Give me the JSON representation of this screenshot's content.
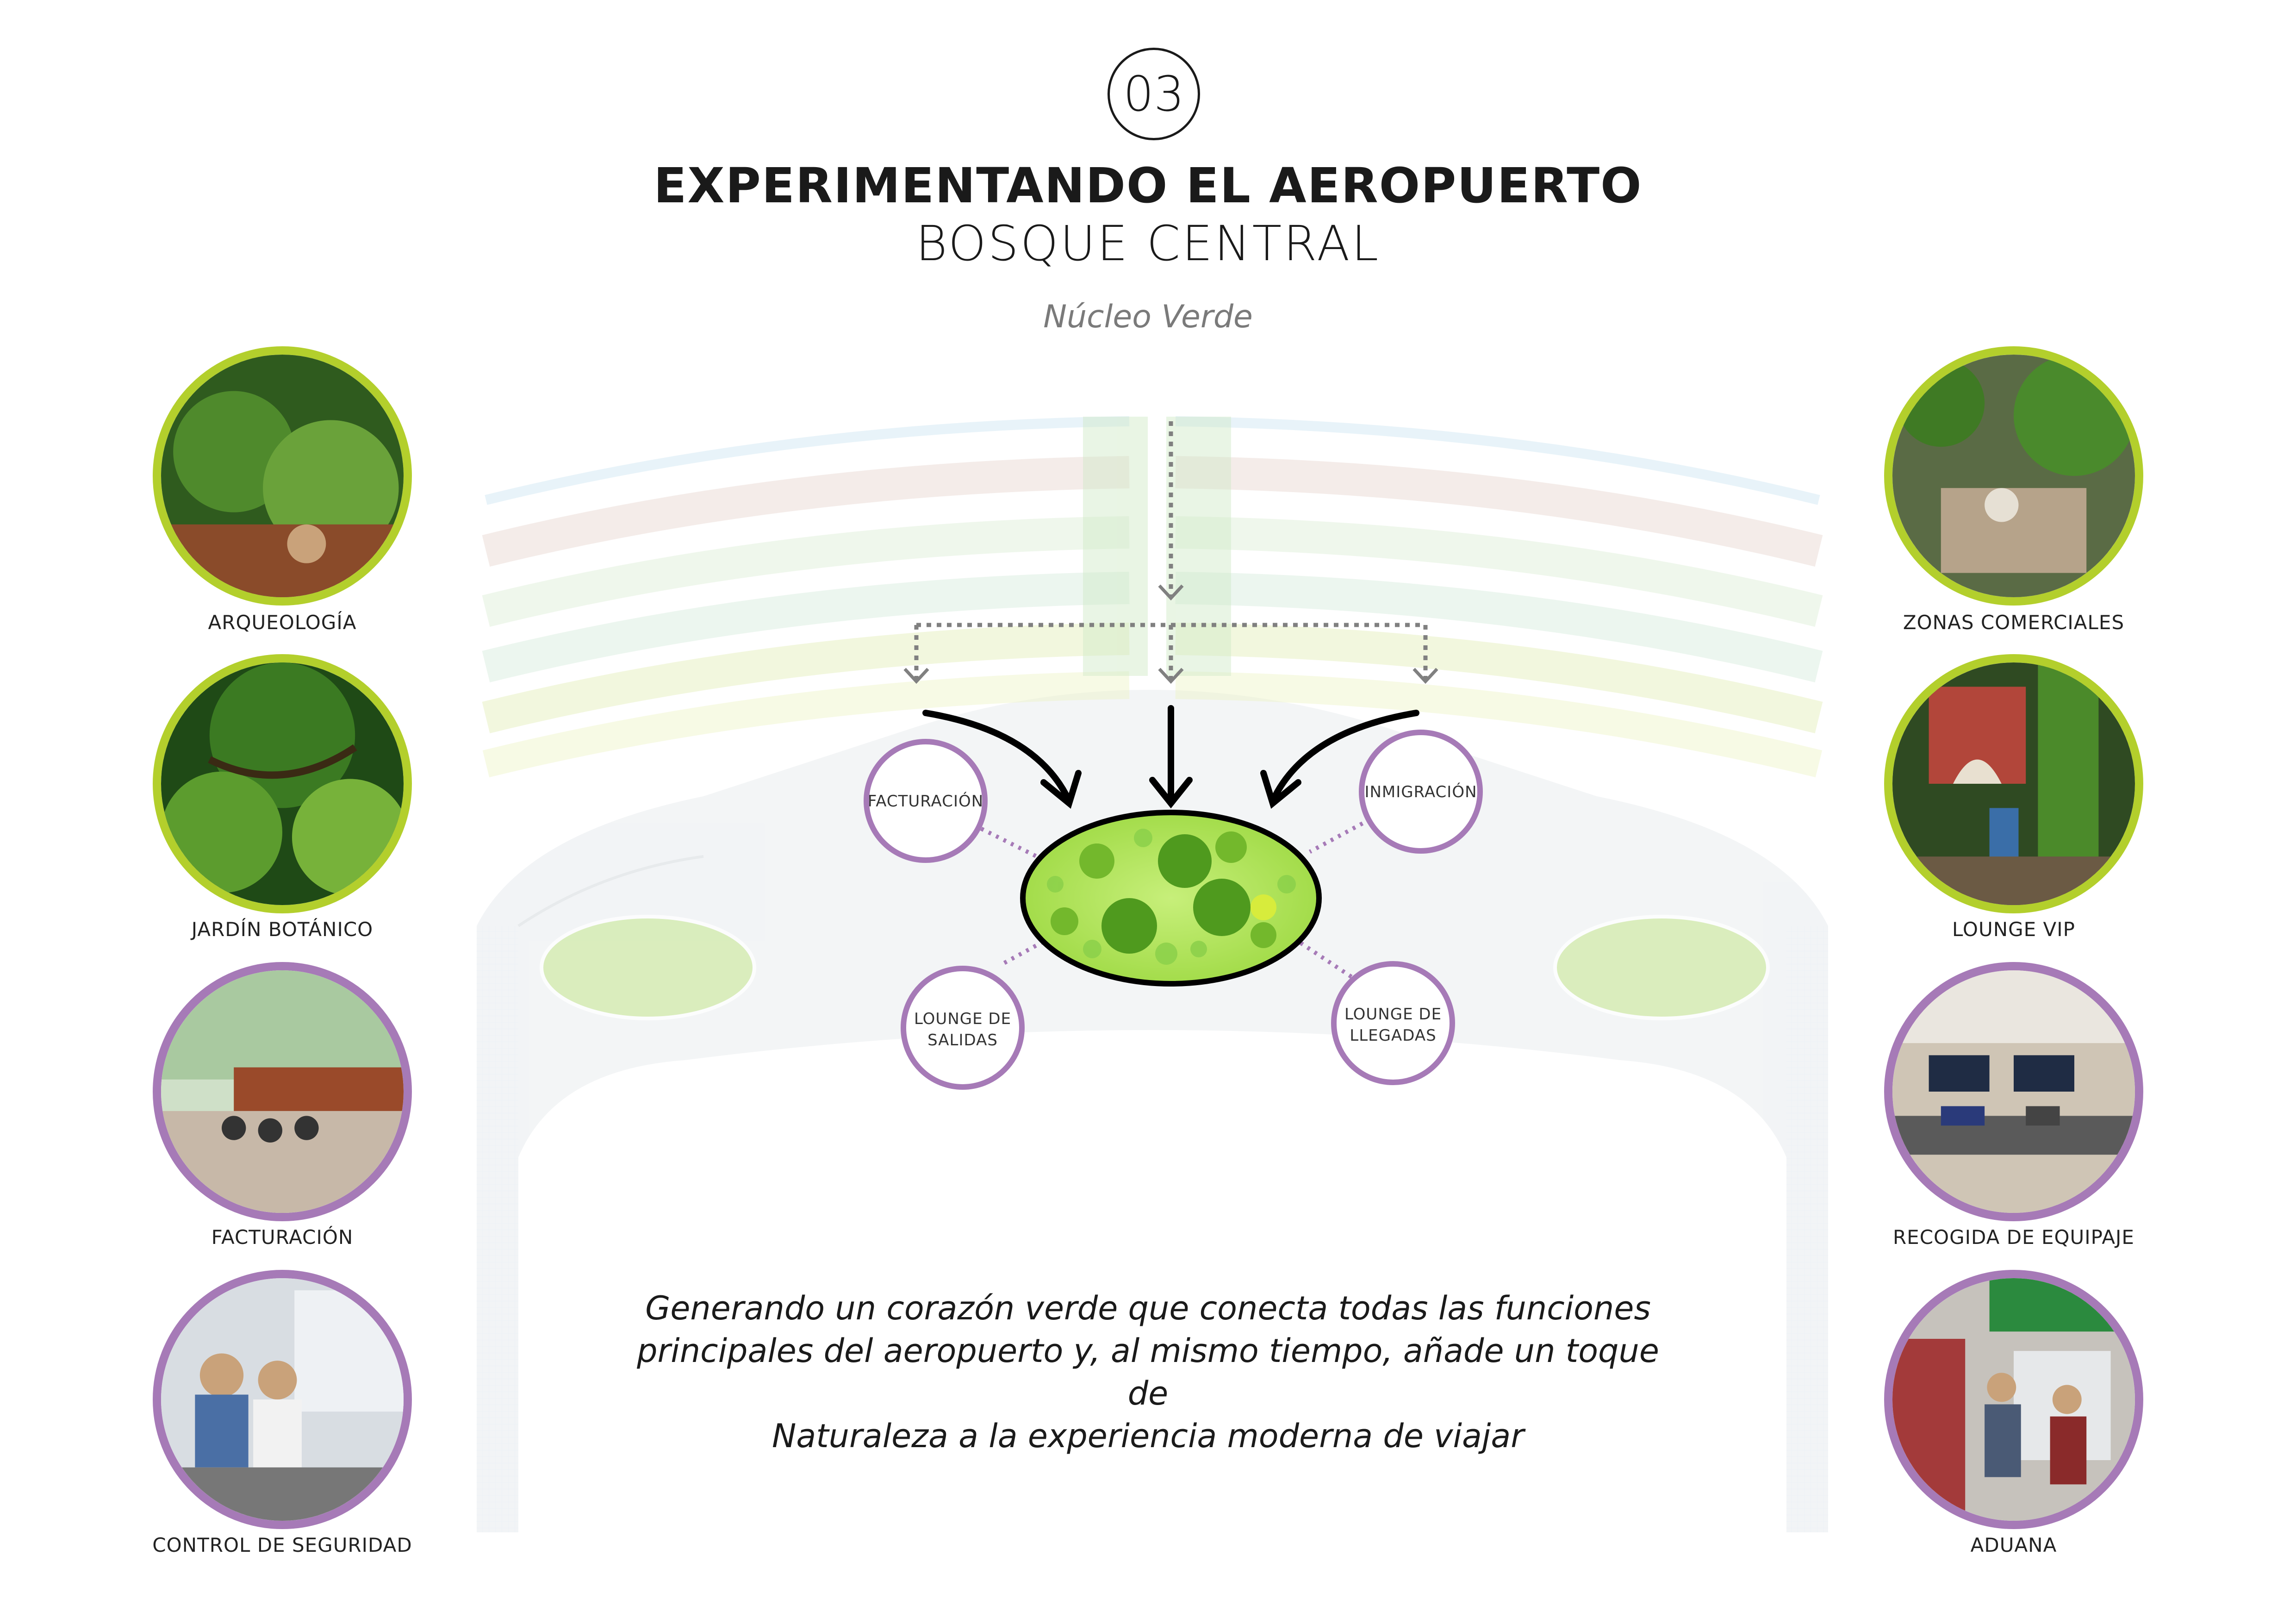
{
  "header": {
    "number": "03",
    "title": "EXPERIMENTANDO EL AEROPUERTO",
    "subtitle": "BOSQUE CENTRAL",
    "caption": "Núcleo Verde"
  },
  "left_photos": [
    {
      "label": "ARQUEOLOGÍA",
      "ring_color": "#b3cf2c"
    },
    {
      "label": "JARDÍN BOTÁNICO",
      "ring_color": "#b3cf2c"
    },
    {
      "label": "FACTURACIÓN",
      "ring_color": "#a67ab7"
    },
    {
      "label": "CONTROL DE SEGURIDAD",
      "ring_color": "#a67ab7"
    }
  ],
  "right_photos": [
    {
      "label": "ZONAS COMERCIALES",
      "ring_color": "#b3cf2c"
    },
    {
      "label": "LOUNGE VIP",
      "ring_color": "#b3cf2c"
    },
    {
      "label": "RECOGIDA DE EQUIPAJE",
      "ring_color": "#a67ab7"
    },
    {
      "label": "ADUANA",
      "ring_color": "#a67ab7"
    }
  ],
  "functions": {
    "facturacion": "FACTURACIÓN",
    "inmigracion": "INMIGRACIÓN",
    "lounge_salidas_1": "LOUNGE DE",
    "lounge_salidas_2": "SALIDAS",
    "lounge_llegadas_1": "LOUNGE DE",
    "lounge_llegadas_2": "LLEGADAS"
  },
  "description": {
    "line1": "Generando un corazón verde que conecta todas las funciones",
    "line2": "principales del aeropuerto y, al mismo tiempo, añade un toque de",
    "line3": "Naturaleza a la experiencia moderna de viajar"
  },
  "colors": {
    "green": "#b3cf2c",
    "purple": "#a67ab7",
    "canopy": "#8ccf3a"
  }
}
